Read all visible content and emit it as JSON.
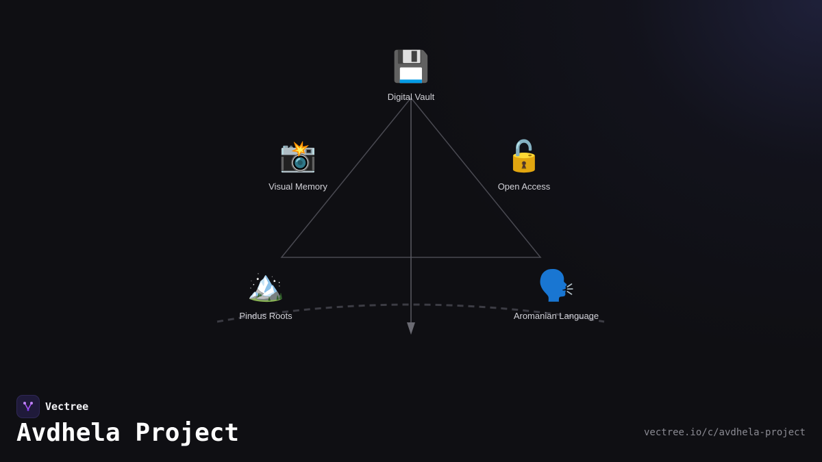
{
  "brand": {
    "name": "Vectree",
    "logo_icon": "vectree-fork-icon",
    "accent": "#a855f7"
  },
  "project": {
    "title": "Avdhela Project",
    "url": "vectree.io/c/avdhela-project"
  },
  "diagram": {
    "nodes": {
      "digital_vault": {
        "label": "Digital Vault",
        "icon": "floppy-disk-icon",
        "glyph": "💾"
      },
      "visual_memory": {
        "label": "Visual Memory",
        "icon": "camera-flash-icon",
        "glyph": "📸"
      },
      "open_access": {
        "label": "Open Access",
        "icon": "unlocked-padlock-icon",
        "glyph": "🔓"
      },
      "pindus_roots": {
        "label": "Pindus Roots",
        "icon": "snow-mountain-icon",
        "glyph": "🏔️"
      },
      "aromanian_language": {
        "label": "Aromanian Language",
        "icon": "speaking-head-icon",
        "glyph": "🗣️"
      }
    },
    "colors": {
      "lines": "#4a4a52",
      "arrow": "#6a6a72",
      "arc": "#3c3c44"
    }
  }
}
